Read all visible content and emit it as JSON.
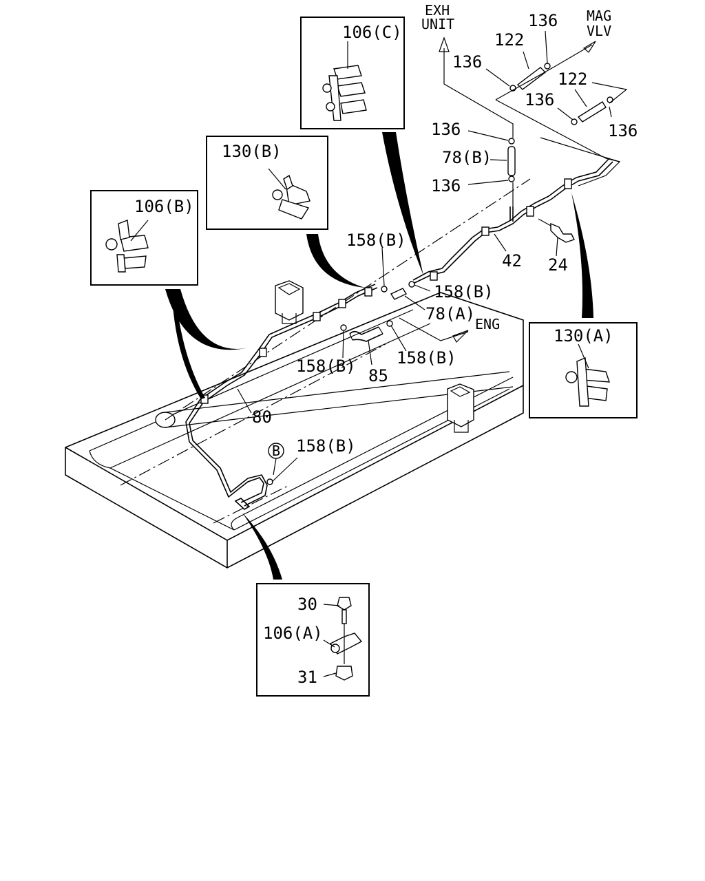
{
  "labels": {
    "exh_unit_1": "EXH",
    "exh_unit_2": "UNIT",
    "mag_vlv_1": "MAG",
    "mag_vlv_2": "VLV",
    "eng": "ENG",
    "p106c": "106(C)",
    "p130b": "130(B)",
    "p106b": "106(B)",
    "p130a": "130(A)",
    "p136_a": "136",
    "p136_b": "136",
    "p136_c": "136",
    "p136_d": "136",
    "p136_e": "136",
    "p136_f": "136",
    "p122_a": "122",
    "p122_b": "122",
    "p78b": "78(B)",
    "p78a": "78(A)",
    "p158b_1": "158(B)",
    "p158b_2": "158(B)",
    "p158b_3": "158(B)",
    "p158b_4": "158(B)",
    "p158b_5": "158(B)",
    "p42": "42",
    "p24": "24",
    "p85": "85",
    "p80": "80",
    "circle_b": "B",
    "p30": "30",
    "p106a": "106(A)",
    "p31": "31"
  }
}
